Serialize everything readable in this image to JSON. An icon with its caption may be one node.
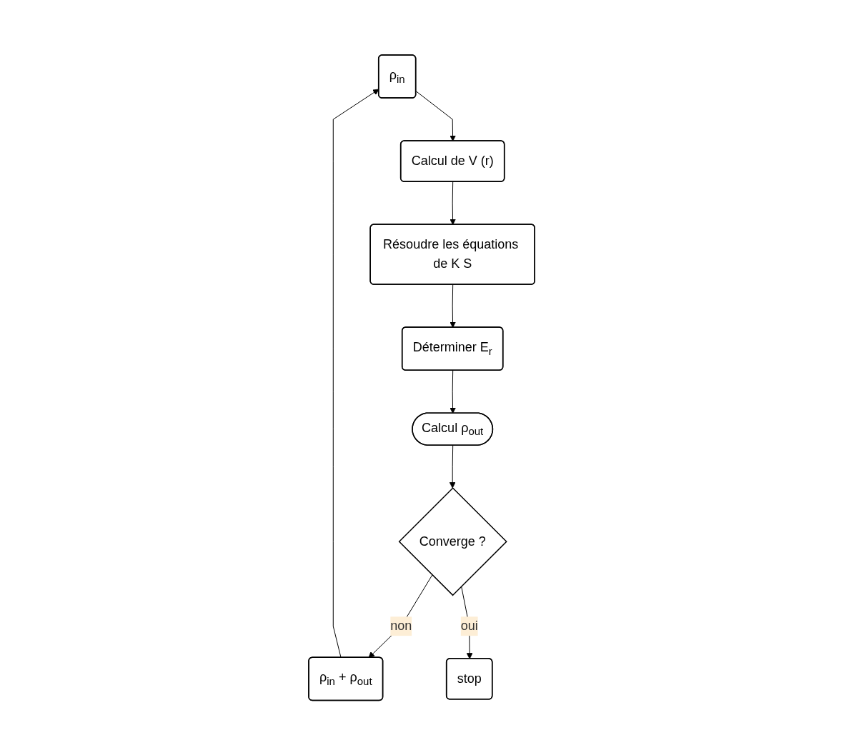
{
  "diagram": {
    "nodes": [
      {
        "text": [
          "ρ$_{in}$"
        ]
      },
      {
        "text": [
          "Calcul de V (r)"
        ]
      },
      {
        "text": [
          "Résoudre les équations de K S"
        ]
      },
      {
        "text": [
          "Déterminer E$_{r}$"
        ]
      },
      {
        "text": [
          "Calcul ρ$_{out}$"
        ]
      },
      {
        "text": [
          "Converge ?"
        ]
      },
      {
        "text": [
          "ρ$_{in}$ + ρ$_{out}$"
        ]
      },
      {
        "text": [
          "stop"
        ]
      }
    ],
    "edges": [
      {
        "from": 0,
        "to": 1,
        "arrow": "to"
      },
      {
        "from": 1,
        "to": 2,
        "arrow": "to"
      },
      {
        "from": 2,
        "to": 3,
        "arrow": "to"
      },
      {
        "from": 3,
        "to": 4,
        "arrow": "to"
      },
      {
        "from": 4,
        "to": 5,
        "arrow": "to"
      },
      {
        "from": 5,
        "to": 6,
        "label": "non",
        "arrow": "to"
      },
      {
        "from": 5,
        "to": 7,
        "label": "oui",
        "arrow": "to"
      },
      {
        "from": 6,
        "to": 0,
        "arrow": "to"
      }
    ]
  }
}
